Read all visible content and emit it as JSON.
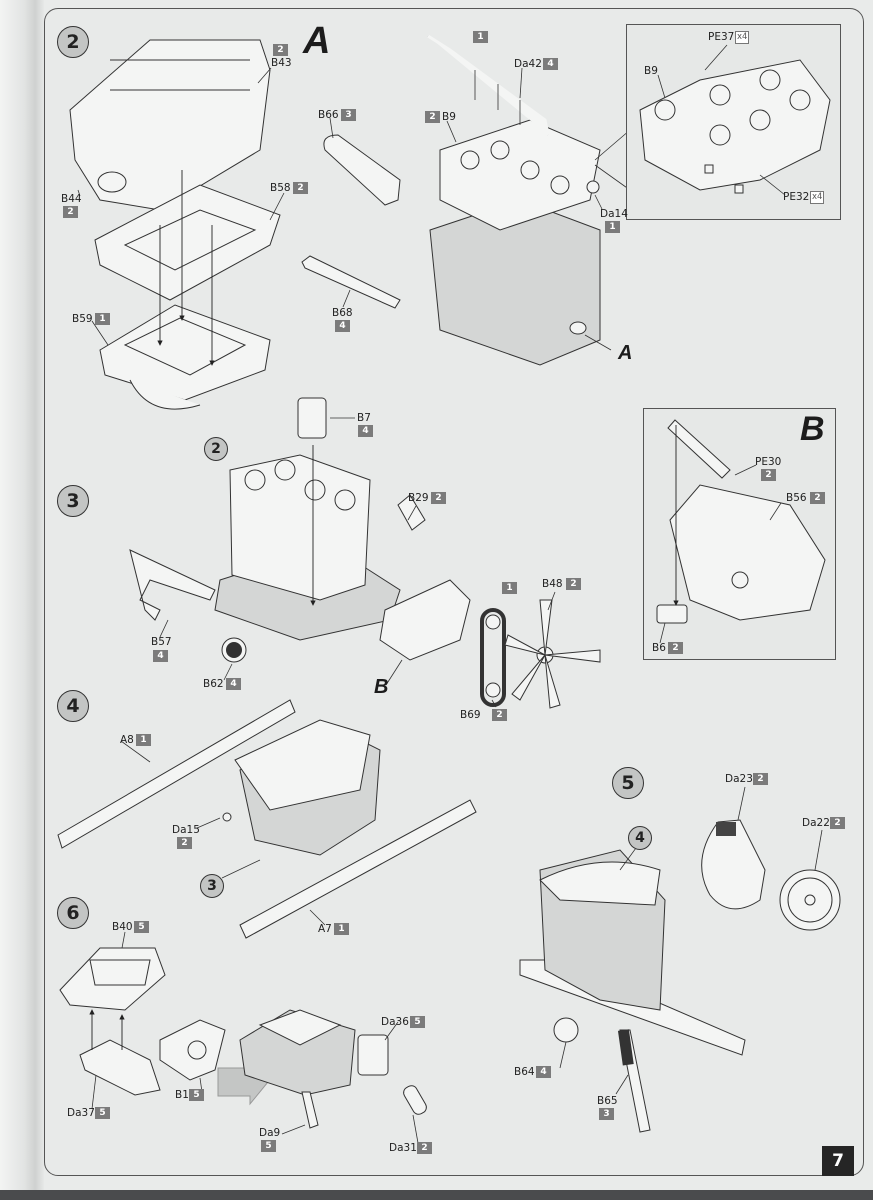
{
  "page": {
    "number": "7"
  },
  "colors": {
    "quantity_badge": "#7b7b7b",
    "step_circle": "#c3c5c4",
    "page_number_bg": "#252525",
    "sheet_bg": "#e8eae9"
  },
  "steps": [
    {
      "number": "2",
      "sub_label": "A",
      "parts": [
        {
          "code": "B43",
          "qty": "2"
        },
        {
          "code": "B44",
          "qty": "2"
        },
        {
          "code": "B58",
          "qty": "2"
        },
        {
          "code": "B59",
          "qty": "1"
        },
        {
          "code": "B66",
          "qty": "3"
        },
        {
          "code": "B9",
          "qty": "2"
        },
        {
          "code": "Da42",
          "qty": "4"
        },
        {
          "code": "",
          "qty": "1"
        },
        {
          "code": "Da14",
          "qty": "1"
        },
        {
          "code": "B68",
          "qty": "4"
        }
      ],
      "pointer_label": "A",
      "inset": {
        "parts": [
          {
            "code": "PE37",
            "qty": "4"
          },
          {
            "code": "B9"
          },
          {
            "code": "PE32",
            "qty": "4"
          }
        ],
        "qty_prefix": "x"
      }
    },
    {
      "number": "3",
      "parts": [
        {
          "code": "B7",
          "qty": "4"
        },
        {
          "code": "B29",
          "qty": "2"
        },
        {
          "code": "B57",
          "qty": "4"
        },
        {
          "code": "B62",
          "qty": "4"
        },
        {
          "code": "",
          "qty": "1"
        },
        {
          "code": "B48",
          "qty": "2"
        },
        {
          "code": "B69",
          "qty": "2"
        }
      ],
      "sub_ref": "2",
      "pointer_label": "B",
      "inset_b": {
        "title": "B",
        "parts": [
          {
            "code": "PE30",
            "qty": "2"
          },
          {
            "code": "B56",
            "qty": "2"
          },
          {
            "code": "B6",
            "qty": "2"
          }
        ]
      }
    },
    {
      "number": "4",
      "parts": [
        {
          "code": "A8",
          "qty": "1"
        },
        {
          "code": "Da15",
          "qty": "2"
        },
        {
          "code": "A7",
          "qty": "1"
        }
      ],
      "sub_ref": "3"
    },
    {
      "number": "5",
      "parts": [
        {
          "code": "Da23",
          "qty": "2"
        },
        {
          "code": "Da22",
          "qty": "2"
        },
        {
          "code": "B64",
          "qty": "4"
        },
        {
          "code": "B65",
          "qty": "3"
        }
      ],
      "sub_ref": "4"
    },
    {
      "number": "6",
      "parts": [
        {
          "code": "B40",
          "qty": "5"
        },
        {
          "code": "B1",
          "qty": "5"
        },
        {
          "code": "Da37",
          "qty": "5"
        },
        {
          "code": "Da36",
          "qty": "5"
        },
        {
          "code": "Da9",
          "qty": "5"
        },
        {
          "code": "Da31",
          "qty": "2"
        }
      ]
    }
  ]
}
